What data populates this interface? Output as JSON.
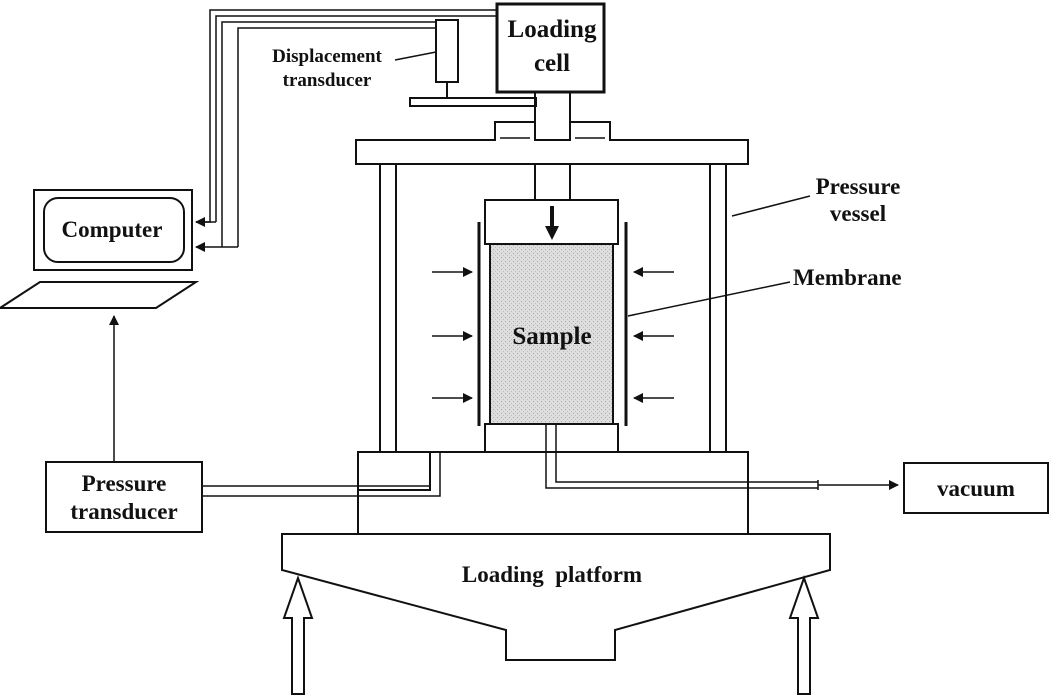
{
  "labels": {
    "loading_cell": [
      "Loading",
      "cell"
    ],
    "displacement_transducer": [
      "Displacement",
      "transducer"
    ],
    "computer": "Computer",
    "pressure_vessel": [
      "Pressure",
      "vessel"
    ],
    "membrane": "Membrane",
    "sample": "Sample",
    "pressure_transducer": [
      "Pressure",
      "transducer"
    ],
    "vacuum": "vacuum",
    "loading_platform": "Loading  platform"
  },
  "colors": {
    "line": "#111111",
    "background": "#ffffff",
    "sample_fill": "#dcdcdc"
  }
}
